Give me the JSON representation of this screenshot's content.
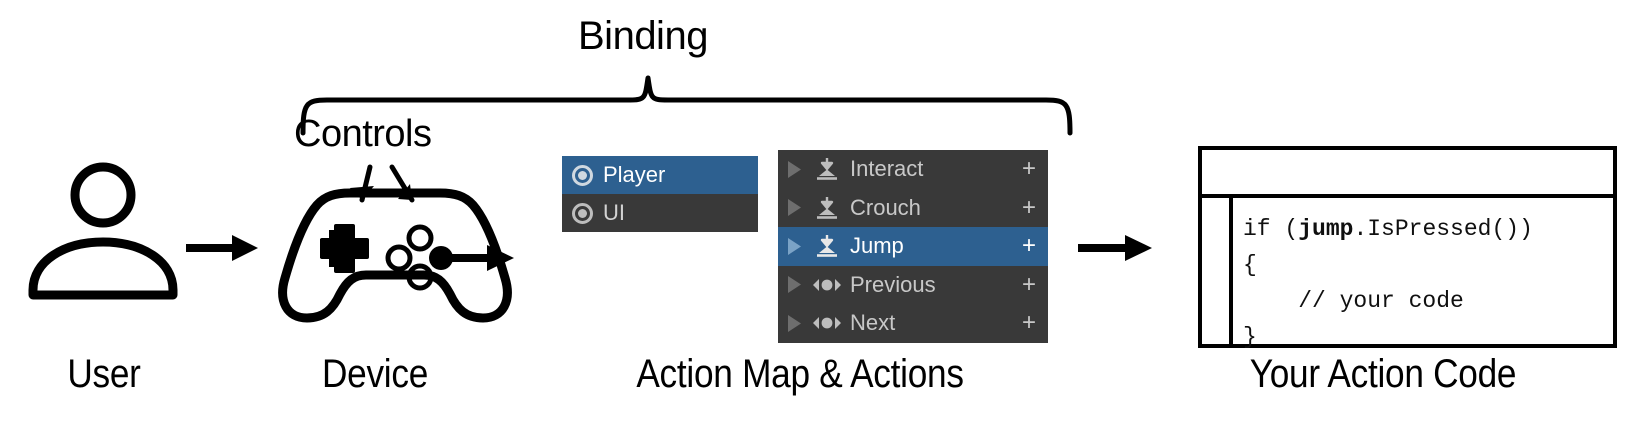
{
  "annotations": {
    "binding": "Binding",
    "controls": "Controls"
  },
  "captions": {
    "user": "User",
    "device": "Device",
    "action_map": "Action Map & Actions",
    "code": "Your Action Code"
  },
  "icons": {
    "user": "person-icon",
    "gamepad": "gamepad-icon",
    "radio": "radio-button-icon",
    "fold": "fold-triangle-icon",
    "button_action": "button-action-icon",
    "axis_action": "axis-1d-action-icon",
    "plus": "+"
  },
  "action_map_panel": {
    "rows": [
      {
        "label": "Player",
        "selected": true
      },
      {
        "label": "UI",
        "selected": false
      }
    ]
  },
  "actions_panel": {
    "add_label": "+",
    "rows": [
      {
        "label": "Interact",
        "icon": "button-action-icon",
        "selected": false
      },
      {
        "label": "Crouch",
        "icon": "button-action-icon",
        "selected": false
      },
      {
        "label": "Jump",
        "icon": "button-action-icon",
        "selected": true
      },
      {
        "label": "Previous",
        "icon": "axis-1d-action-icon",
        "selected": false
      },
      {
        "label": "Next",
        "icon": "axis-1d-action-icon",
        "selected": false
      }
    ]
  },
  "code_window": {
    "line1_pre": "if (",
    "line1_bold": "jump",
    "line1_post": ".IsPressed())",
    "line2": "{",
    "line3": "    // your code",
    "line4": "}"
  },
  "colors": {
    "selection_blue": "#2d6090",
    "panel_dark": "#393939",
    "text_light": "#c8c8c8",
    "stroke_black": "#000000",
    "background": "#ffffff"
  }
}
